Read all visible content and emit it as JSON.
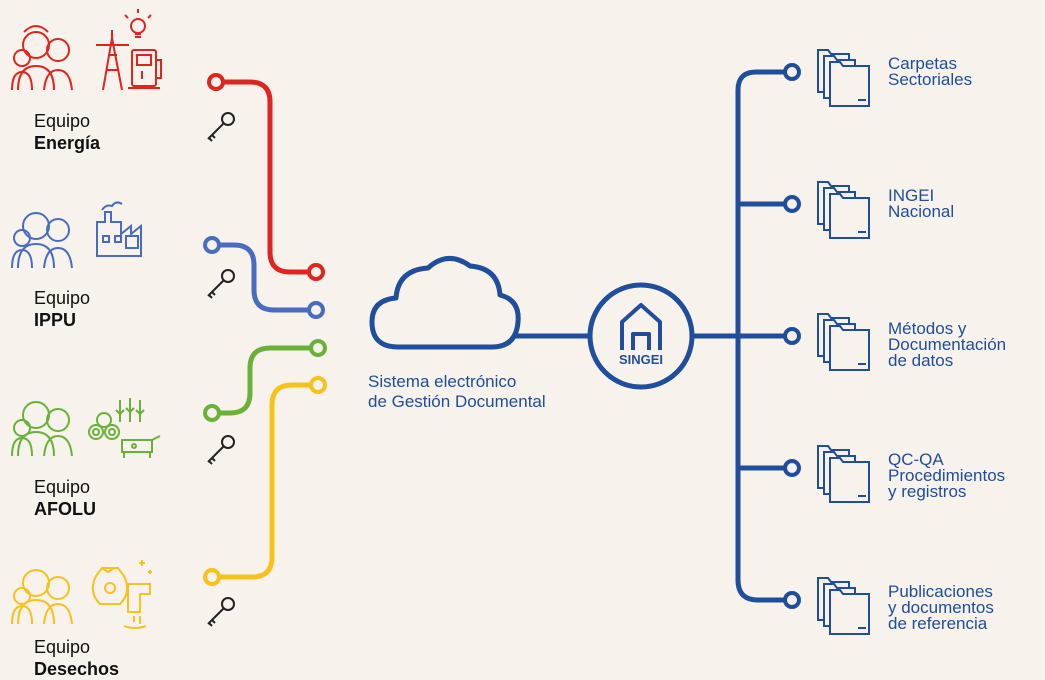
{
  "teams": [
    {
      "line1": "Equipo",
      "line2": "Energía",
      "color": "#e02420"
    },
    {
      "line1": "Equipo",
      "line2": "IPPU",
      "color": "#4a6cc0"
    },
    {
      "line1": "Equipo",
      "line2": "AFOLU",
      "color": "#6ab13a"
    },
    {
      "line1": "Equipo",
      "line2": "Desechos",
      "color": "#f7c21b"
    }
  ],
  "cloud_caption": {
    "line1": "Sistema electrónico",
    "line2": "de Gestión Documental"
  },
  "hub": {
    "label": "SINGEI",
    "color": "#1f4e9c"
  },
  "folders": [
    {
      "lines": [
        "Carpetas",
        "Sectoriales"
      ]
    },
    {
      "lines": [
        "INGEI",
        "Nacional"
      ]
    },
    {
      "lines": [
        "Métodos y",
        "Documentación",
        "de datos"
      ]
    },
    {
      "lines": [
        "QC-QA",
        "Procedimientos",
        "y registros"
      ]
    },
    {
      "lines": [
        "Publicaciones",
        "y documentos",
        "de referencia"
      ]
    }
  ]
}
